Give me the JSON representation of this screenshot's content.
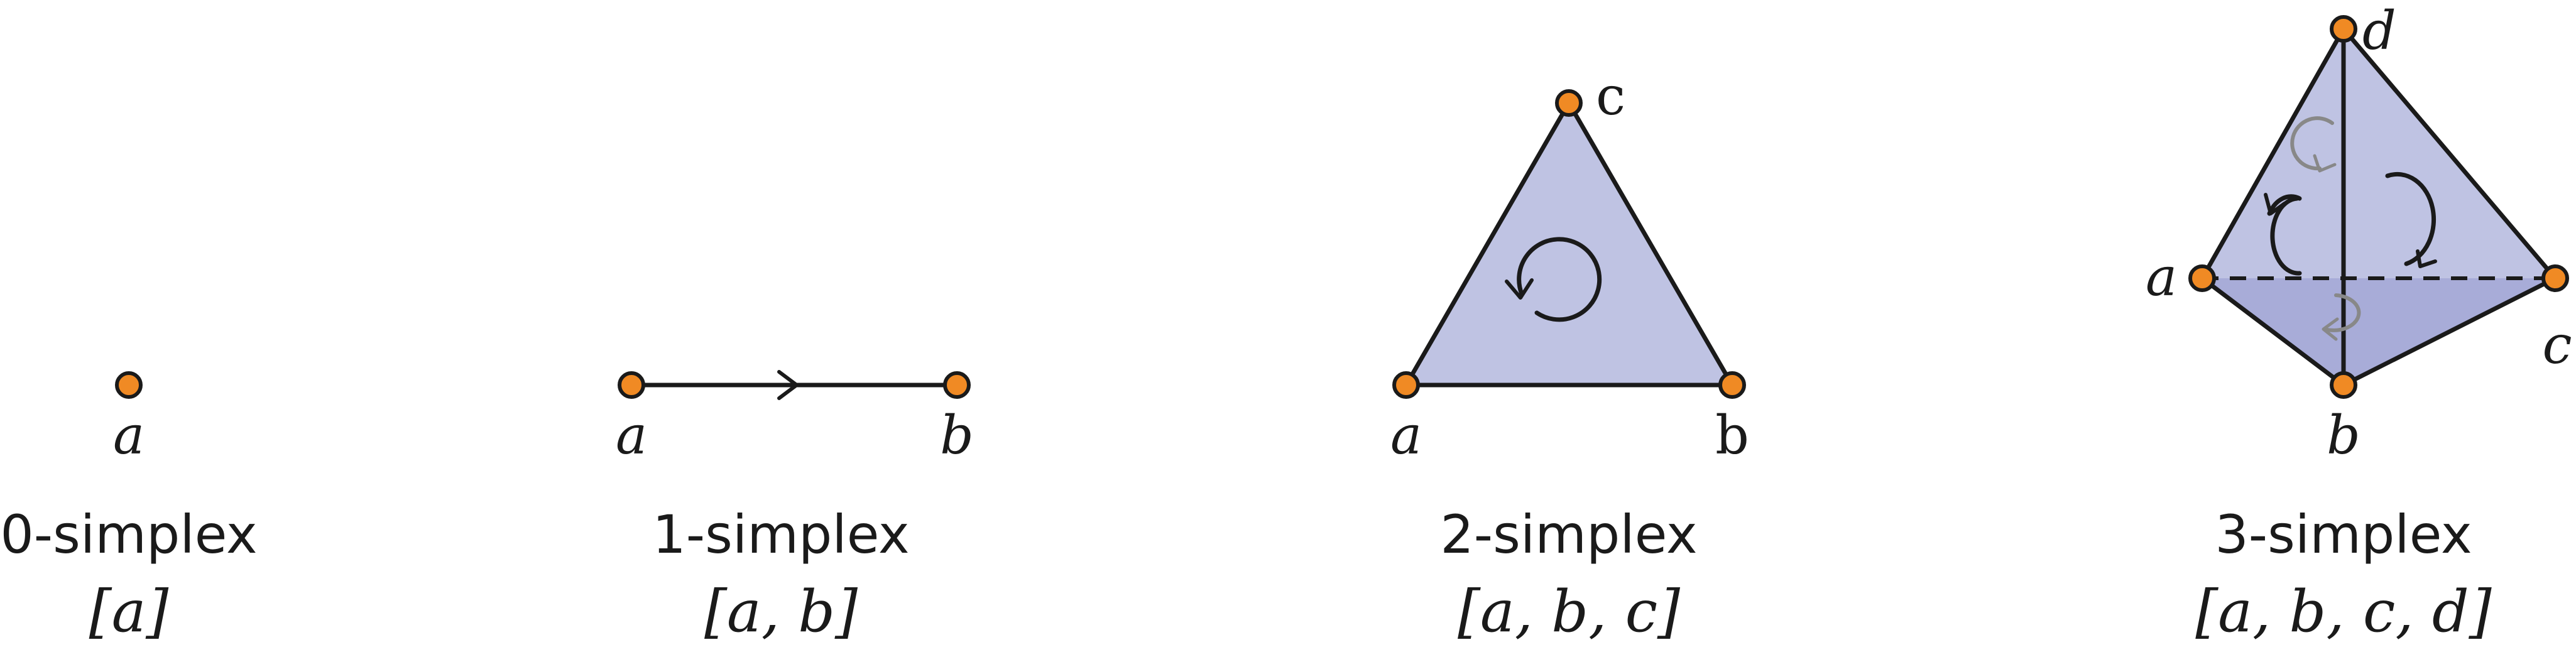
{
  "colors": {
    "vertex_fill": "#f08a24",
    "face_fill": "#bfc3e3",
    "face_fill_dark": "#9ba0d3",
    "stroke": "#1a1a1a",
    "hidden_arrow": "#888888"
  },
  "simplices": [
    {
      "caption": "0-simplex",
      "notation": "[a]",
      "vertices": [
        "a"
      ]
    },
    {
      "caption": "1-simplex",
      "notation": "[a, b]",
      "vertices": [
        "a",
        "b"
      ]
    },
    {
      "caption": "2-simplex",
      "notation": "[a, b, c]",
      "vertices": [
        "a",
        "b",
        "c"
      ]
    },
    {
      "caption": "3-simplex",
      "notation": "[a, b, c, d]",
      "vertices": [
        "a",
        "b",
        "c",
        "d"
      ]
    }
  ]
}
